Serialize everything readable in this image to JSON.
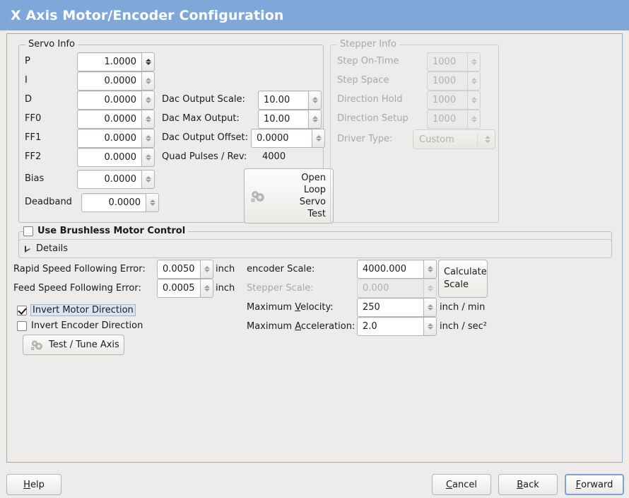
{
  "window": {
    "title": "X Axis Motor/Encoder Configuration",
    "accent": "#7fa8d8",
    "bg": "#edecea"
  },
  "servo": {
    "frame_label": "Servo Info",
    "rows": [
      {
        "label": "P",
        "value": "1.0000"
      },
      {
        "label": "I",
        "value": "0.0000"
      },
      {
        "label": "D",
        "value": "0.0000"
      },
      {
        "label": "FF0",
        "value": "0.0000"
      },
      {
        "label": "FF1",
        "value": "0.0000"
      },
      {
        "label": "FF2",
        "value": "0.0000"
      },
      {
        "label": "Bias",
        "value": "0.0000"
      },
      {
        "label": "Deadband",
        "value": "0.0000"
      }
    ],
    "dac": [
      {
        "label": "Dac Output Scale:",
        "value": "10.00"
      },
      {
        "label": "Dac Max Output:",
        "value": "10.00"
      },
      {
        "label": "Dac Output Offset:",
        "value": "0.0000"
      }
    ],
    "quad_pulses_label": "Quad Pulses / Rev:",
    "quad_pulses_value": "4000",
    "open_loop_button": {
      "icon": "gears-icon",
      "line1": "Open",
      "line2": "Loop",
      "line3": "Servo",
      "line4": "Test"
    }
  },
  "stepper": {
    "frame_label": "Stepper Info",
    "disabled": true,
    "rows": [
      {
        "label": "Step On-Time",
        "value": "1000"
      },
      {
        "label": "Step Space",
        "value": "1000"
      },
      {
        "label": "Direction Hold",
        "value": "1000"
      },
      {
        "label": "Direction Setup",
        "value": "1000"
      }
    ],
    "driver_type_label": "Driver Type:",
    "driver_type_value": "Custom"
  },
  "brushless": {
    "checkbox_label": "Use Brushless Motor Control",
    "checked": false,
    "details_label": "Details",
    "expanded": false
  },
  "tuning": {
    "rapid_label": "Rapid Speed Following Error:",
    "rapid_value": "0.0050",
    "rapid_unit": "inch",
    "feed_label": "Feed Speed Following Error:",
    "feed_value": "0.0005",
    "feed_unit": "inch",
    "invert_motor_label": "Invert Motor Direction",
    "invert_motor_checked": true,
    "invert_encoder_label": "Invert Encoder Direction",
    "invert_encoder_checked": false,
    "test_tune_button": "Test / Tune Axis",
    "test_tune_icon": "gears-icon"
  },
  "scales": {
    "encoder_label": "encoder Scale:",
    "encoder_value": "4000.000",
    "stepper_label": "Stepper Scale:",
    "stepper_value": "0.000",
    "stepper_disabled": true,
    "calculate_button_line1": "Calculate",
    "calculate_button_line2": "Scale",
    "max_velocity_label_a": "Maximum ",
    "max_velocity_label_m": "V",
    "max_velocity_label_b": "elocity:",
    "max_velocity_value": "250",
    "max_velocity_unit": "inch / min",
    "max_accel_label_a": "Maximum ",
    "max_accel_label_m": "A",
    "max_accel_label_b": "cceleration:",
    "max_accel_value": "2.0",
    "max_accel_unit": "inch / sec²"
  },
  "actions": {
    "help": {
      "mnemonic": "H",
      "rest": "elp"
    },
    "cancel": {
      "mnemonic": "C",
      "rest": "ancel"
    },
    "back": {
      "mnemonic": "B",
      "rest": "ack"
    },
    "forward": {
      "mnemonic": "F",
      "rest": "orward",
      "is_default": true
    }
  }
}
